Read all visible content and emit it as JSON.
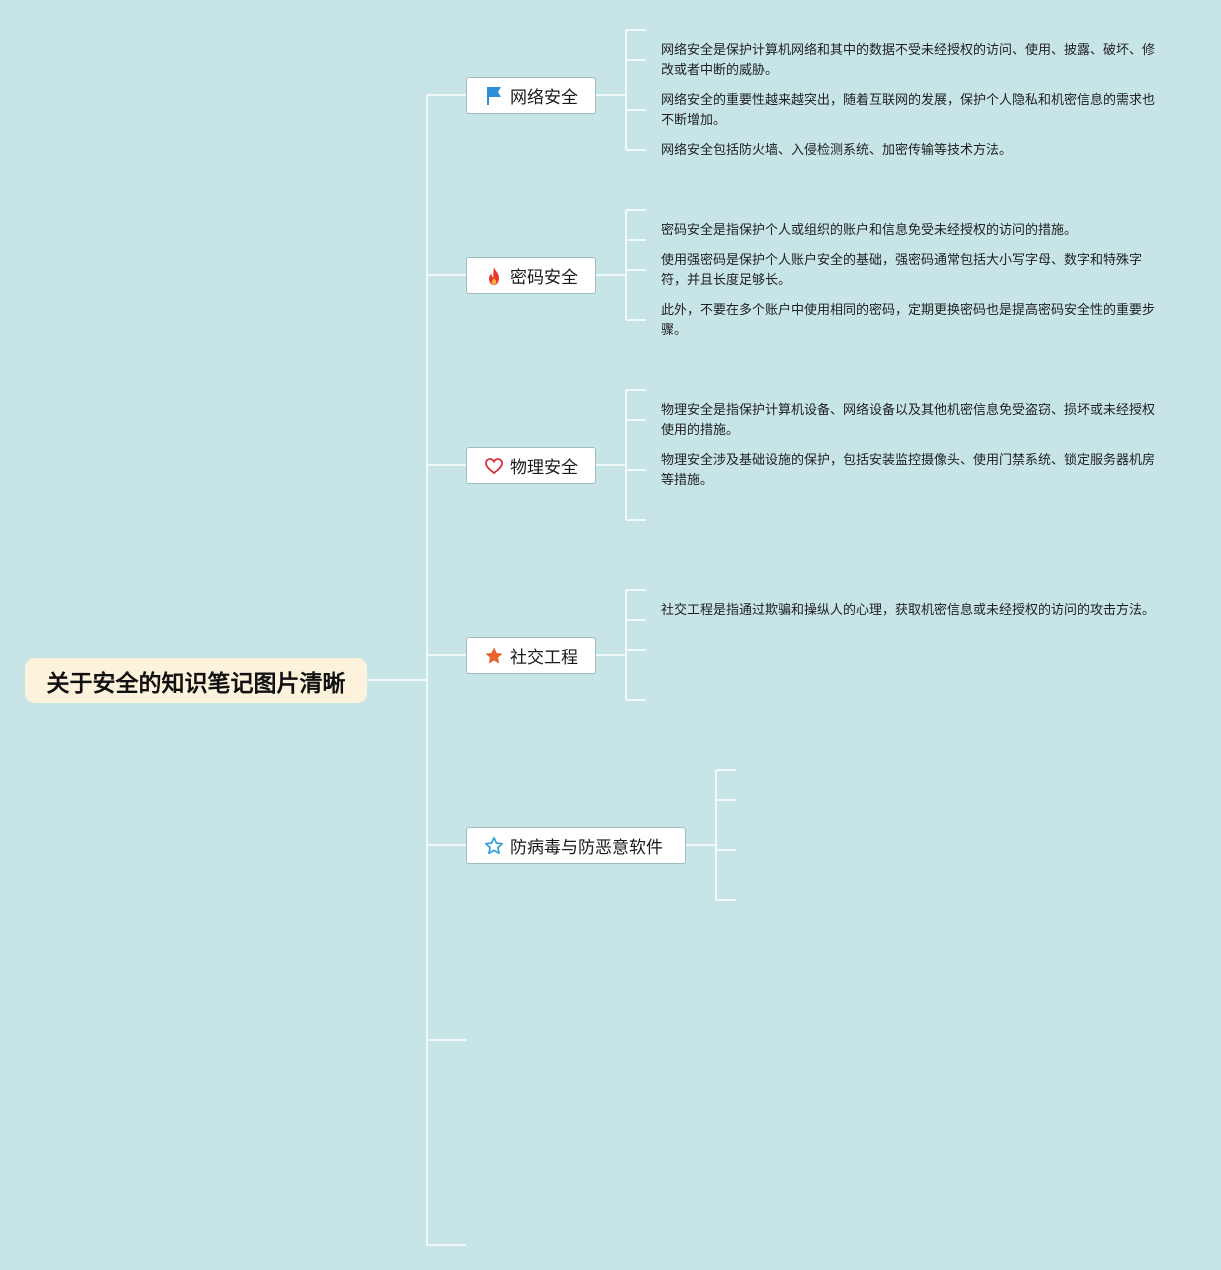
{
  "root": {
    "label": "关于安全的知识笔记图片清晰"
  },
  "branches": [
    {
      "label": "网络安全",
      "icon": "flag-icon",
      "icon_color": "#2a8fd6",
      "notes": [
        "网络安全是保护计算机网络和其中的数据不受未经授权的访问、使用、披露、破坏、修改或者中断的威胁。",
        "网络安全的重要性越来越突出，随着互联网的发展，保护个人隐私和机密信息的需求也不断增加。",
        "网络安全包括防火墙、入侵检测系统、加密传输等技术方法。"
      ]
    },
    {
      "label": "密码安全",
      "icon": "fire-icon",
      "icon_color": "#e8382b",
      "notes": [
        "密码安全是指保护个人或组织的账户和信息免受未经授权的访问的措施。",
        "使用强密码是保护个人账户安全的基础，强密码通常包括大小写字母、数字和特殊字符，并且长度足够长。",
        "此外，不要在多个账户中使用相同的密码，定期更换密码也是提高密码安全性的重要步骤。"
      ]
    },
    {
      "label": "物理安全",
      "icon": "heart-outline-icon",
      "icon_color": "#d9303a",
      "notes": [
        "物理安全是指保护计算机设备、网络设备以及其他机密信息免受盗窃、损坏或未经授权使用的措施。",
        "物理安全涉及基础设施的保护，包括安装监控摄像头、使用门禁系统、锁定服务器机房等措施。"
      ]
    },
    {
      "label": "社交工程",
      "icon": "star-filled-icon",
      "icon_color": "#e8622f",
      "notes": [
        "社交工程是指通过欺骗和操纵人的心理，获取机密信息或未经授权的访问的攻击方法。"
      ]
    },
    {
      "label": "防病毒与防恶意软件",
      "icon": "star-outline-icon",
      "icon_color": "#2a9fd8",
      "notes": []
    }
  ],
  "colors": {
    "background": "#c7e4e6",
    "connector": "#ffffff",
    "root_fill": "#fdf3dc",
    "node_border": "#9bbcc0"
  }
}
